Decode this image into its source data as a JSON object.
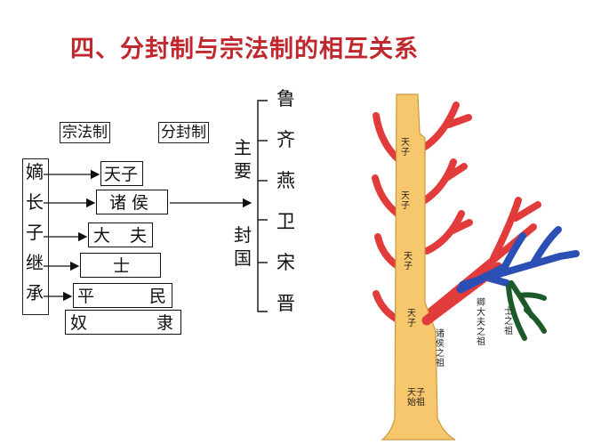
{
  "title": "四、分封制与宗法制的相互关系",
  "left_diagram": {
    "zongfa_label": "宗法制",
    "fenfeng_label": "分封制",
    "dizhang_chars": [
      "嫡",
      "长",
      "子",
      "继",
      "承"
    ],
    "pyramid": [
      {
        "text": "天子"
      },
      {
        "text": "诸侯"
      },
      {
        "text_a": "大",
        "text_b": "夫"
      },
      {
        "text": "士"
      },
      {
        "text_a": "平",
        "text_b": "民"
      },
      {
        "text_a": "奴",
        "text_b": "隶"
      }
    ],
    "main_label_top": [
      "主",
      "要"
    ],
    "main_label_bottom": [
      "封",
      "国"
    ],
    "states": [
      "鲁",
      "齐",
      "燕",
      "卫",
      "宋",
      "晋"
    ]
  },
  "tree": {
    "trunk_labels": [
      "天子",
      "天子",
      "天子",
      "天子"
    ],
    "root_label": [
      "天子",
      "始祖"
    ],
    "zhuhou_label": "诸侯之祖",
    "qingdafu_label": "卿大夫之祖",
    "shi_label": "士之祖",
    "colors": {
      "trunk": "#f6c76c",
      "red": "#e23b3b",
      "blue": "#2c4fb5",
      "green": "#1d5a2a"
    }
  }
}
